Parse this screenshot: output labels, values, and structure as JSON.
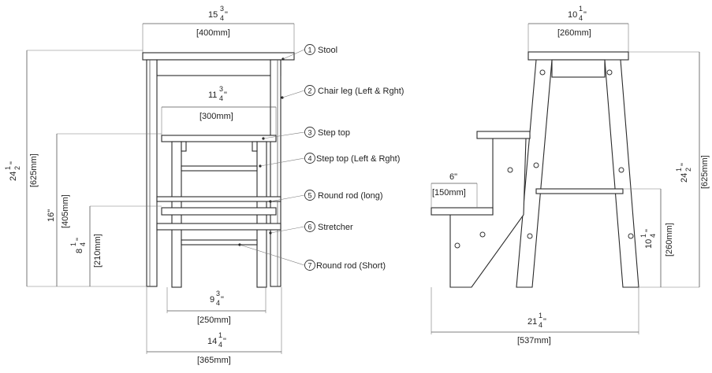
{
  "parts": [
    {
      "num": "1",
      "label": "Stool"
    },
    {
      "num": "2",
      "label": "Chair leg (Left & Rght)"
    },
    {
      "num": "3",
      "label": "Step top"
    },
    {
      "num": "4",
      "label": "Step top (Left & Rght)"
    },
    {
      "num": "5",
      "label": "Round rod (long)"
    },
    {
      "num": "6",
      "label": "Stretcher"
    },
    {
      "num": "7",
      "label": "Round rod (Short)"
    }
  ],
  "front_view": {
    "top_width": {
      "whole": "15",
      "num": "3",
      "den": "4",
      "mm": "[400mm]"
    },
    "step_width": {
      "whole": "11",
      "num": "3",
      "den": "4",
      "mm": "[300mm]"
    },
    "inner_width": {
      "whole": "9",
      "num": "3",
      "den": "4",
      "mm": "[250mm]"
    },
    "base_width": {
      "whole": "14",
      "num": "1",
      "den": "4",
      "mm": "[365mm]"
    },
    "total_height": {
      "whole": "24",
      "num": "1",
      "den": "2",
      "mm": "[625mm]"
    },
    "step_height": {
      "text": "16\"",
      "mm": "[405mm]"
    },
    "lower_height": {
      "whole": "8",
      "num": "1",
      "den": "4",
      "mm": "[210mm]"
    }
  },
  "side_view": {
    "top_width": {
      "whole": "10",
      "num": "1",
      "den": "4",
      "mm": "[260mm]"
    },
    "step_depth": {
      "text": "6\"",
      "mm": "[150mm]"
    },
    "base_width": {
      "whole": "21",
      "num": "1",
      "den": "4",
      "mm": "[537mm]"
    },
    "total_height": {
      "whole": "24",
      "num": "1",
      "den": "2",
      "mm": "[625mm]"
    },
    "lower_height": {
      "whole": "10",
      "num": "1",
      "den": "4",
      "mm": "[260mm]"
    }
  }
}
